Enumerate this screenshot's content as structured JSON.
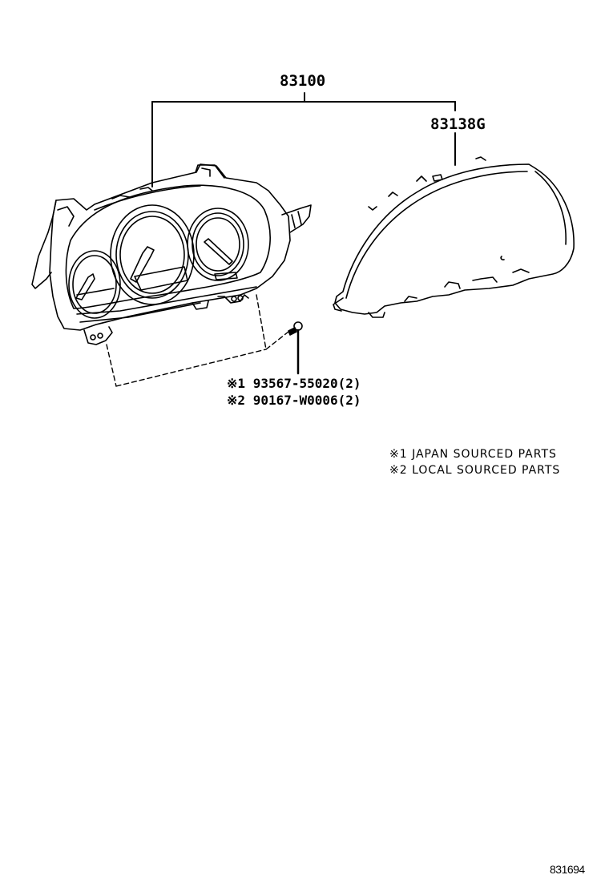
{
  "diagram": {
    "assembly_part": "83100",
    "sub_part": "83138G",
    "fasteners": [
      {
        "mark": "※1",
        "part_number": "93567-55020",
        "qty": "(2)"
      },
      {
        "mark": "※2",
        "part_number": "90167-W0006",
        "qty": "(2)"
      }
    ],
    "legend": [
      {
        "mark": "※1",
        "text": "JAPAN SOURCED PARTS"
      },
      {
        "mark": "※2",
        "text": "LOCAL SOURCED PARTS"
      }
    ],
    "illustration_code": "831694",
    "components": [
      "meter-assembly-icon",
      "meter-glass-icon",
      "screw-icon"
    ],
    "line_color": "#000000",
    "background": "#ffffff"
  }
}
